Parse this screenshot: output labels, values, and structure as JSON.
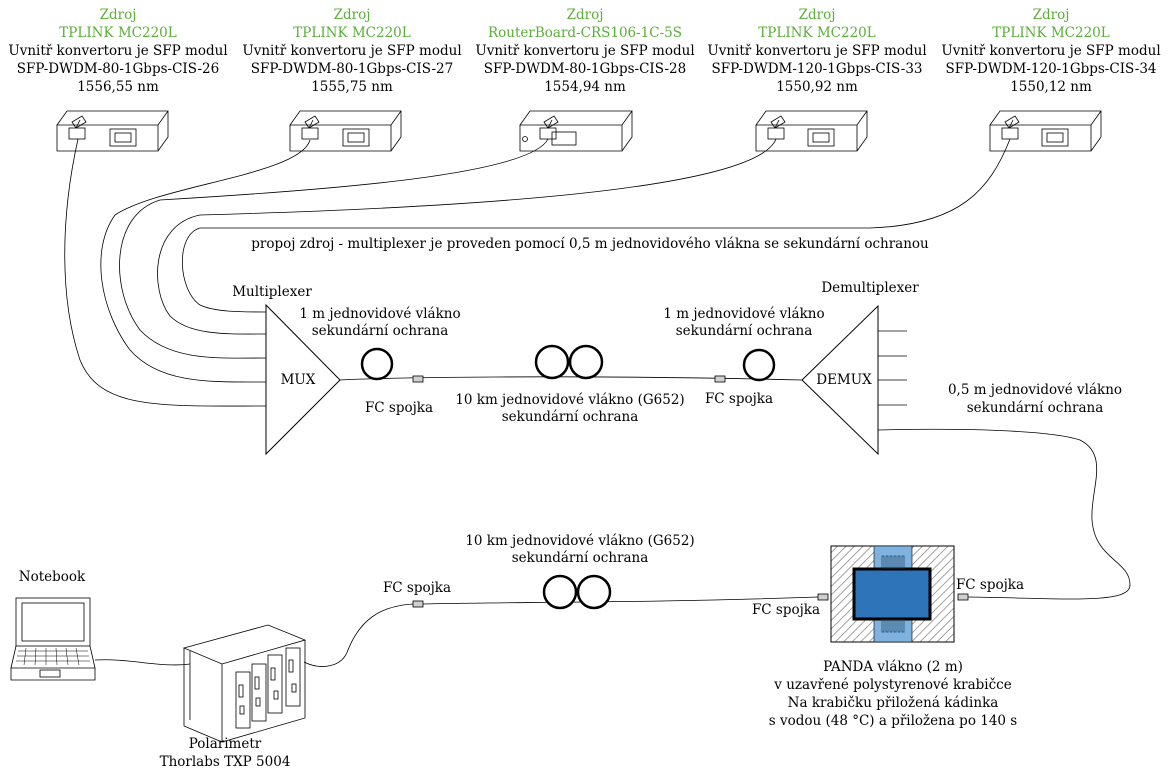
{
  "colors": {
    "source_name": "#5aae3a",
    "box_blue": "#2e74b8",
    "box_lightblue": "#7fb2de",
    "hatch": "#9a9a9a"
  },
  "sources": [
    {
      "head": "Zdroj",
      "name": "TPLINK MC220L",
      "desc": "Uvnitř konvertoru je SFP modul",
      "module": "SFP-DWDM-80-1Gbps-CIS-26",
      "wavelength": "1556,55 nm",
      "icon": "media-converter"
    },
    {
      "head": "Zdroj",
      "name": "TPLINK MC220L",
      "desc": "Uvnitř konvertoru je SFP modul",
      "module": "SFP-DWDM-80-1Gbps-CIS-27",
      "wavelength": "1555,75 nm",
      "icon": "media-converter"
    },
    {
      "head": "Zdroj",
      "name": "RouterBoard-CRS106-1C-5S",
      "desc": "Uvnitř konvertoru je SFP modul",
      "module": "SFP-DWDM-80-1Gbps-CIS-28",
      "wavelength": "1554,94 nm",
      "icon": "router-board"
    },
    {
      "head": "Zdroj",
      "name": "TPLINK MC220L",
      "desc": "Uvnitř konvertoru je SFP modul",
      "module": "SFP-DWDM-120-1Gbps-CIS-33",
      "wavelength": "1550,92 nm",
      "icon": "media-converter"
    },
    {
      "head": "Zdroj",
      "name": "TPLINK MC220L",
      "desc": "Uvnitř konvertoru je SFP modul",
      "module": "SFP-DWDM-120-1Gbps-CIS-34",
      "wavelength": "1550,12 nm",
      "icon": "media-converter"
    }
  ],
  "labels": {
    "patch_note": "propoj zdroj - multiplexer je proveden pomocí 0,5 m jednovidového vlákna se sekundární ochranou",
    "multiplexer": "Multiplexer",
    "demultiplexer": "Demultiplexer",
    "mux": "MUX",
    "demux": "DEMUX",
    "fiber_1m_left": [
      "1 m jednovidové vlákno",
      "sekundární ochrana"
    ],
    "fiber_1m_right": [
      "1 m jednovidové vlákno",
      "sekundární ochrana"
    ],
    "fc_left": "FC spojka",
    "fc_right": "FC spojka",
    "fiber_10km_top": [
      "10 km jednovidové vlákno (G652)",
      "sekundární ochrana"
    ],
    "fiber_05m": [
      "0,5 m jednovidové vlákno",
      "sekundární ochrana"
    ],
    "fiber_10km_bottom": [
      "10 km jednovidové vlákno (G652)",
      "sekundární ochrana"
    ],
    "fc_bottom_left": "FC spojka",
    "fc_box_left": "FC spojka",
    "fc_box_right": "FC spojka",
    "notebook": "Notebook",
    "polarimeter": [
      "Polarimetr",
      "Thorlabs TXP 5004"
    ],
    "panda": [
      "PANDA vlákno (2 m)",
      "v uzavřené polystyrenové krabičce",
      "Na krabičku přiložená kádinka",
      "s vodou (48 °C) a přiložena po 140 s"
    ]
  }
}
